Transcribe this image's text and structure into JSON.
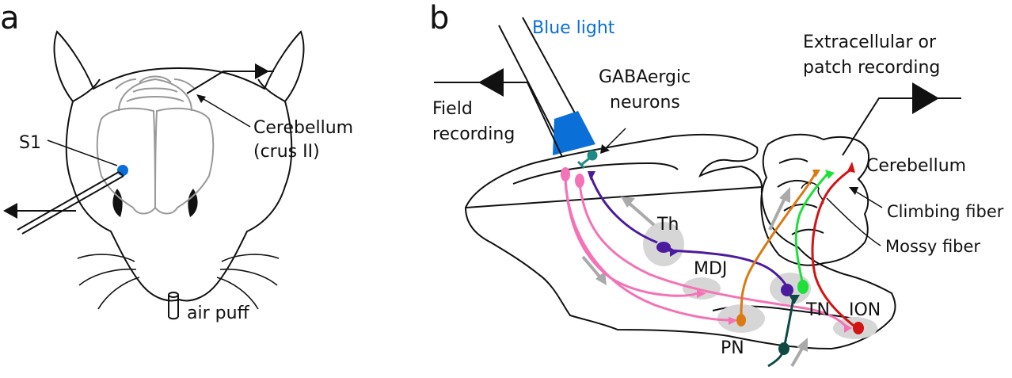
{
  "panel_a": {
    "label": "a",
    "s1_label": "S1",
    "cerebellum_label_line1": "Cerebellum",
    "cerebellum_label_line2": "(crus II)",
    "air_puff_label": "air puff"
  },
  "panel_b": {
    "label": "b",
    "blue_light_label": "Blue light",
    "field_recording_line1": "Field",
    "field_recording_line2": "recording",
    "gabaergic_line1": "GABAergic",
    "gabaergic_line2": "neurons",
    "extracellular_line1": "Extracellular or",
    "extracellular_line2": "patch recording",
    "cerebellum_label": "Cerebellum",
    "climbing_fiber_label": "Climbing fiber",
    "mossy_fiber_label": "Mossy fiber",
    "th_label": "Th",
    "mdj_label": "MDJ",
    "tn_label": "TN",
    "ion_label": "ION",
    "pn_label": "PN"
  },
  "colors": {
    "blue_light": "#0a6fd6",
    "pink_pathway": "#f472b6",
    "purple_pathway": "#4b1a9e",
    "orange_pathway": "#d97a12",
    "green_pathway": "#1fe03a",
    "red_pathway": "#d21414",
    "teal_pathway": "#0f4a44",
    "gabaergic_neuron": "#1e8a84",
    "nucleus_gray": "#d6d6d6"
  }
}
